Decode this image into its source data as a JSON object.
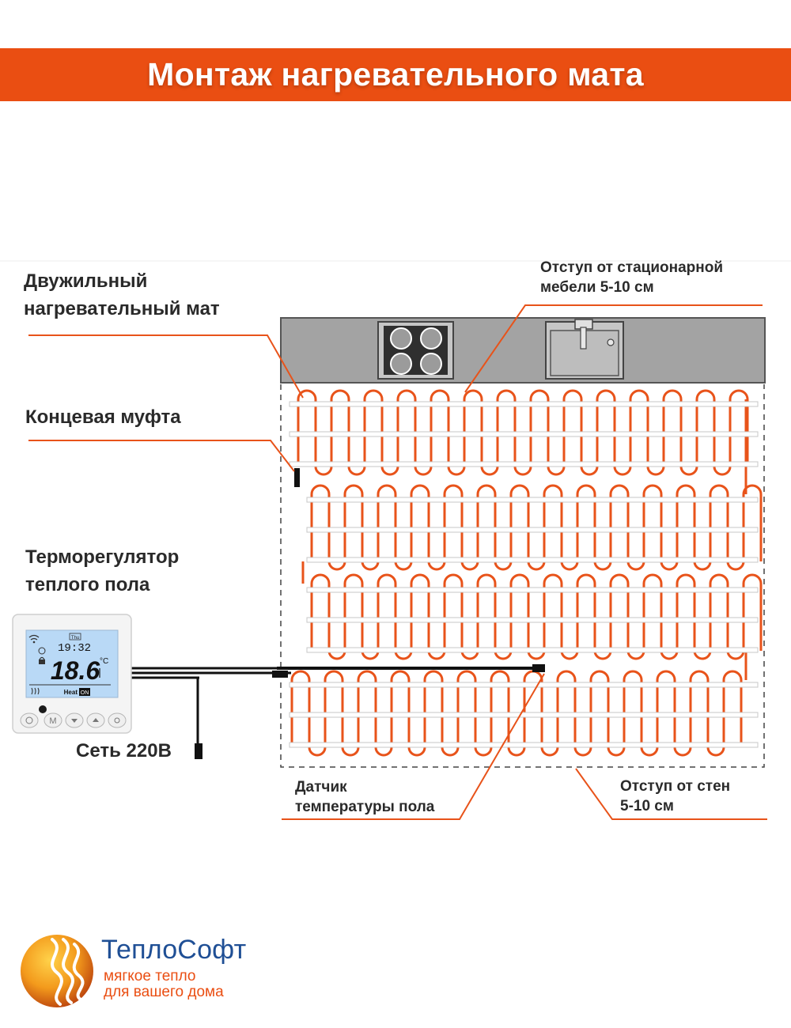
{
  "header": {
    "title": "Монтаж нагревательного мата"
  },
  "labels": {
    "mat_line1": "Двужильный",
    "mat_line2": "нагревательный мат",
    "end_sleeve": "Концевая муфта",
    "thermo_line1": "Терморегулятор",
    "thermo_line2": "теплого пола",
    "mains": "Сеть 220В",
    "furniture_line1": "Отступ от стационарной",
    "furniture_line2": "мебели 5-10 см",
    "sensor_line1": "Датчик",
    "sensor_line2": "температуры пола",
    "walls_line1": "Отступ от стен",
    "walls_line2": "5-10 см"
  },
  "thermostat": {
    "time": "19:32",
    "temperature": "18.6",
    "unit": "°C",
    "status": "Heat",
    "status_badge": "ON",
    "day_badge": "Thu",
    "buttons": [
      "power-icon",
      "M",
      "down-icon",
      "up-icon",
      "fan-icon"
    ]
  },
  "brand": {
    "name": "ТеплоСофт",
    "tagline_line1": "мягкое тепло",
    "tagline_line2": "для вашего дома"
  },
  "colors": {
    "accent": "#ea4e12",
    "cable": "#e8531a",
    "furniture": "#a3a3a3",
    "brand_blue": "#1f4f95",
    "lcd": "#b9d9f6"
  },
  "icons": [
    "cooktop-icon",
    "sink-icon",
    "thermostat-device",
    "logo-icon"
  ]
}
